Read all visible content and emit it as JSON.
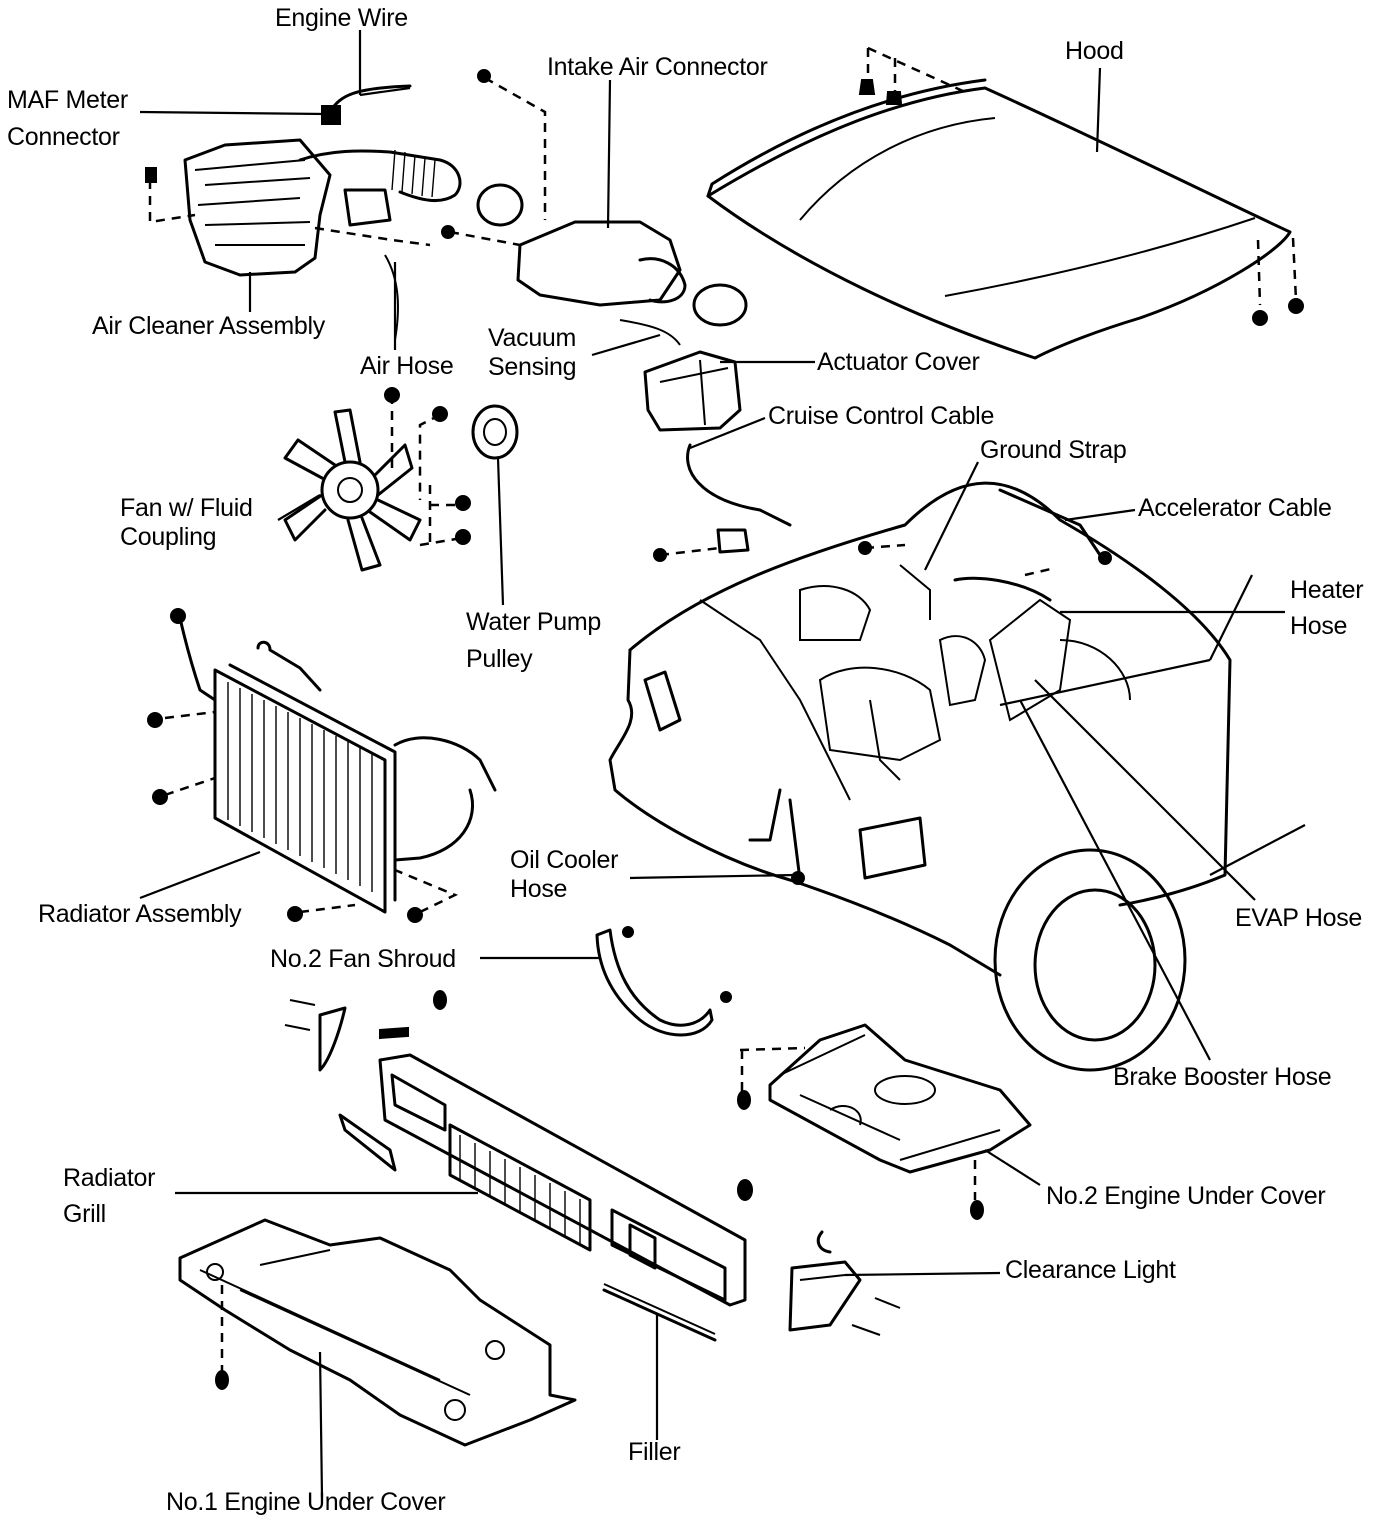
{
  "labels": {
    "engine_wire": "Engine Wire",
    "maf_meter_connector": [
      "MAF Meter",
      "Connector"
    ],
    "intake_air_connector": "Intake Air Connector",
    "hood": "Hood",
    "air_cleaner_assembly": "Air Cleaner Assembly",
    "air_hose": "Air Hose",
    "vacuum_sensing": [
      "Vacuum",
      "Sensing"
    ],
    "actuator_cover": "Actuator Cover",
    "cruise_control_cable": "Cruise Control Cable",
    "ground_strap": "Ground Strap",
    "accelerator_cable": "Accelerator Cable",
    "fan_fluid_coupling": [
      "Fan w/ Fluid",
      "Coupling"
    ],
    "heater_hose": [
      "Heater",
      "Hose"
    ],
    "water_pump_pulley": [
      "Water Pump",
      "Pulley"
    ],
    "oil_cooler_hose": [
      "Oil Cooler",
      "Hose"
    ],
    "evap_hose": "EVAP Hose",
    "radiator_assembly": "Radiator Assembly",
    "no2_fan_shroud": "No.2 Fan Shroud",
    "brake_booster_hose": "Brake Booster Hose",
    "radiator_grill": [
      "Radiator",
      "Grill"
    ],
    "no2_engine_under_cover": "No.2 Engine Under Cover",
    "clearance_light": "Clearance Light",
    "filler": "Filler",
    "no1_engine_under_cover": "No.1 Engine Under Cover"
  },
  "colors": {
    "ink": "#000000",
    "paper": "#ffffff"
  }
}
